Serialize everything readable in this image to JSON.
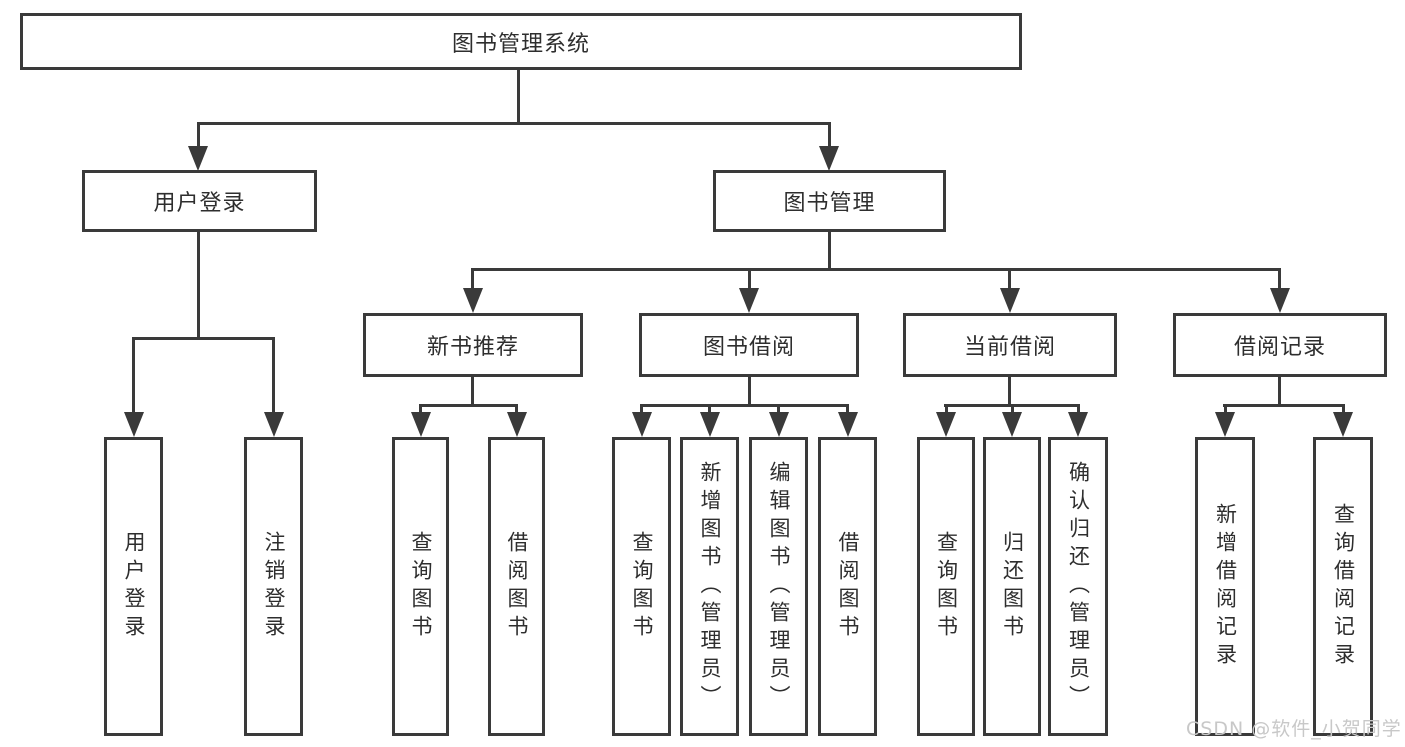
{
  "diagram": {
    "root": {
      "label": "图书管理系统"
    },
    "branches": [
      {
        "label": "用户登录",
        "children": [
          {
            "label": "用户登录"
          },
          {
            "label": "注销登录"
          }
        ]
      },
      {
        "label": "图书管理",
        "children": [
          {
            "label": "新书推荐",
            "children": [
              {
                "label": "查询图书"
              },
              {
                "label": "借阅图书"
              }
            ]
          },
          {
            "label": "图书借阅",
            "children": [
              {
                "label": "查询图书"
              },
              {
                "label": "新增图书（管理员）"
              },
              {
                "label": "编辑图书（管理员）"
              },
              {
                "label": "借阅图书"
              }
            ]
          },
          {
            "label": "当前借阅",
            "children": [
              {
                "label": "查询图书"
              },
              {
                "label": "归还图书"
              },
              {
                "label": "确认归还（管理员）"
              }
            ]
          },
          {
            "label": "借阅记录",
            "children": [
              {
                "label": "新增借阅记录"
              },
              {
                "label": "查询借阅记录"
              }
            ]
          }
        ]
      }
    ]
  },
  "colors": {
    "line": "#3a3a3a",
    "text": "#2e2e2e",
    "watermark": "#c8c8c8",
    "background": "#ffffff"
  },
  "watermark": {
    "text": "CSDN @软件_小贺同学"
  }
}
